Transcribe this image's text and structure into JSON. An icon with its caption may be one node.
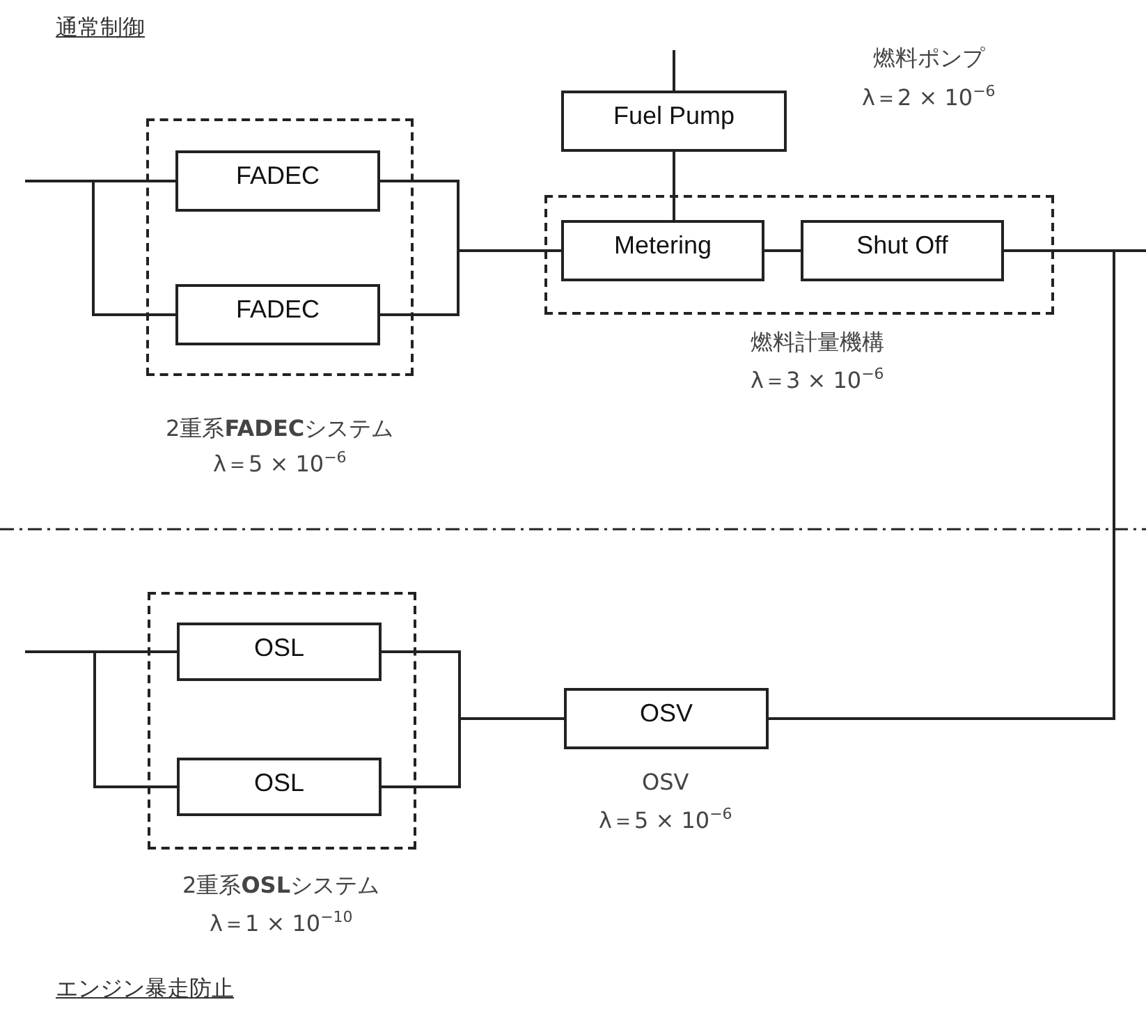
{
  "diagram": {
    "nodes": [
      {
        "text": [
          "2重系**FADEC**システム",
          "λ＝5 × 10$^{−6}$"
        ]
      },
      {
        "text": [
          "FADEC"
        ],
        "in": 0
      },
      {
        "text": [
          "FADEC"
        ],
        "in": 0
      },
      {
        "text": [
          "Fuel Pump"
        ],
        "beside": [
          "燃料ポンプ",
          "λ＝2 × 10$^{−6}$"
        ]
      },
      {
        "text": [
          "燃料計量機構",
          "λ＝3 × 10$^{−6}$"
        ]
      },
      {
        "text": [
          "Metering"
        ],
        "in": 4
      },
      {
        "text": [
          "Shut Off"
        ],
        "in": 4
      },
      {
        "text": [
          "2重系**OSL**システム",
          "λ＝1 × 10$^{−10}$"
        ]
      },
      {
        "text": [
          "OSL"
        ],
        "in": 7
      },
      {
        "text": [
          "OSL"
        ],
        "in": 7
      },
      {
        "text": [
          "OSV"
        ],
        "beside": [
          "OSV",
          "λ＝5 × 10$^{−6}$"
        ]
      }
    ],
    "edges": [
      {
        "from": null,
        "to": 1,
        "arrow": "none"
      },
      {
        "from": null,
        "to": 2,
        "arrow": "none"
      },
      {
        "from": 1,
        "to": 5,
        "arrow": "none"
      },
      {
        "from": 2,
        "to": 5,
        "arrow": "none"
      },
      {
        "from": null,
        "to": 3,
        "arrow": "none"
      },
      {
        "from": 3,
        "to": 5,
        "arrow": "none"
      },
      {
        "from": 5,
        "to": 6,
        "arrow": "none"
      },
      {
        "from": 6,
        "to": null,
        "arrow": "none"
      },
      {
        "from": 6,
        "to": 10,
        "arrow": "none"
      },
      {
        "from": null,
        "to": 8,
        "arrow": "none"
      },
      {
        "from": null,
        "to": 9,
        "arrow": "none"
      },
      {
        "from": 8,
        "to": 10,
        "arrow": "none"
      },
      {
        "from": 9,
        "to": 10,
        "arrow": "none"
      }
    ],
    "labels": [
      "通常制御",
      "エンジン暴走防止"
    ]
  }
}
